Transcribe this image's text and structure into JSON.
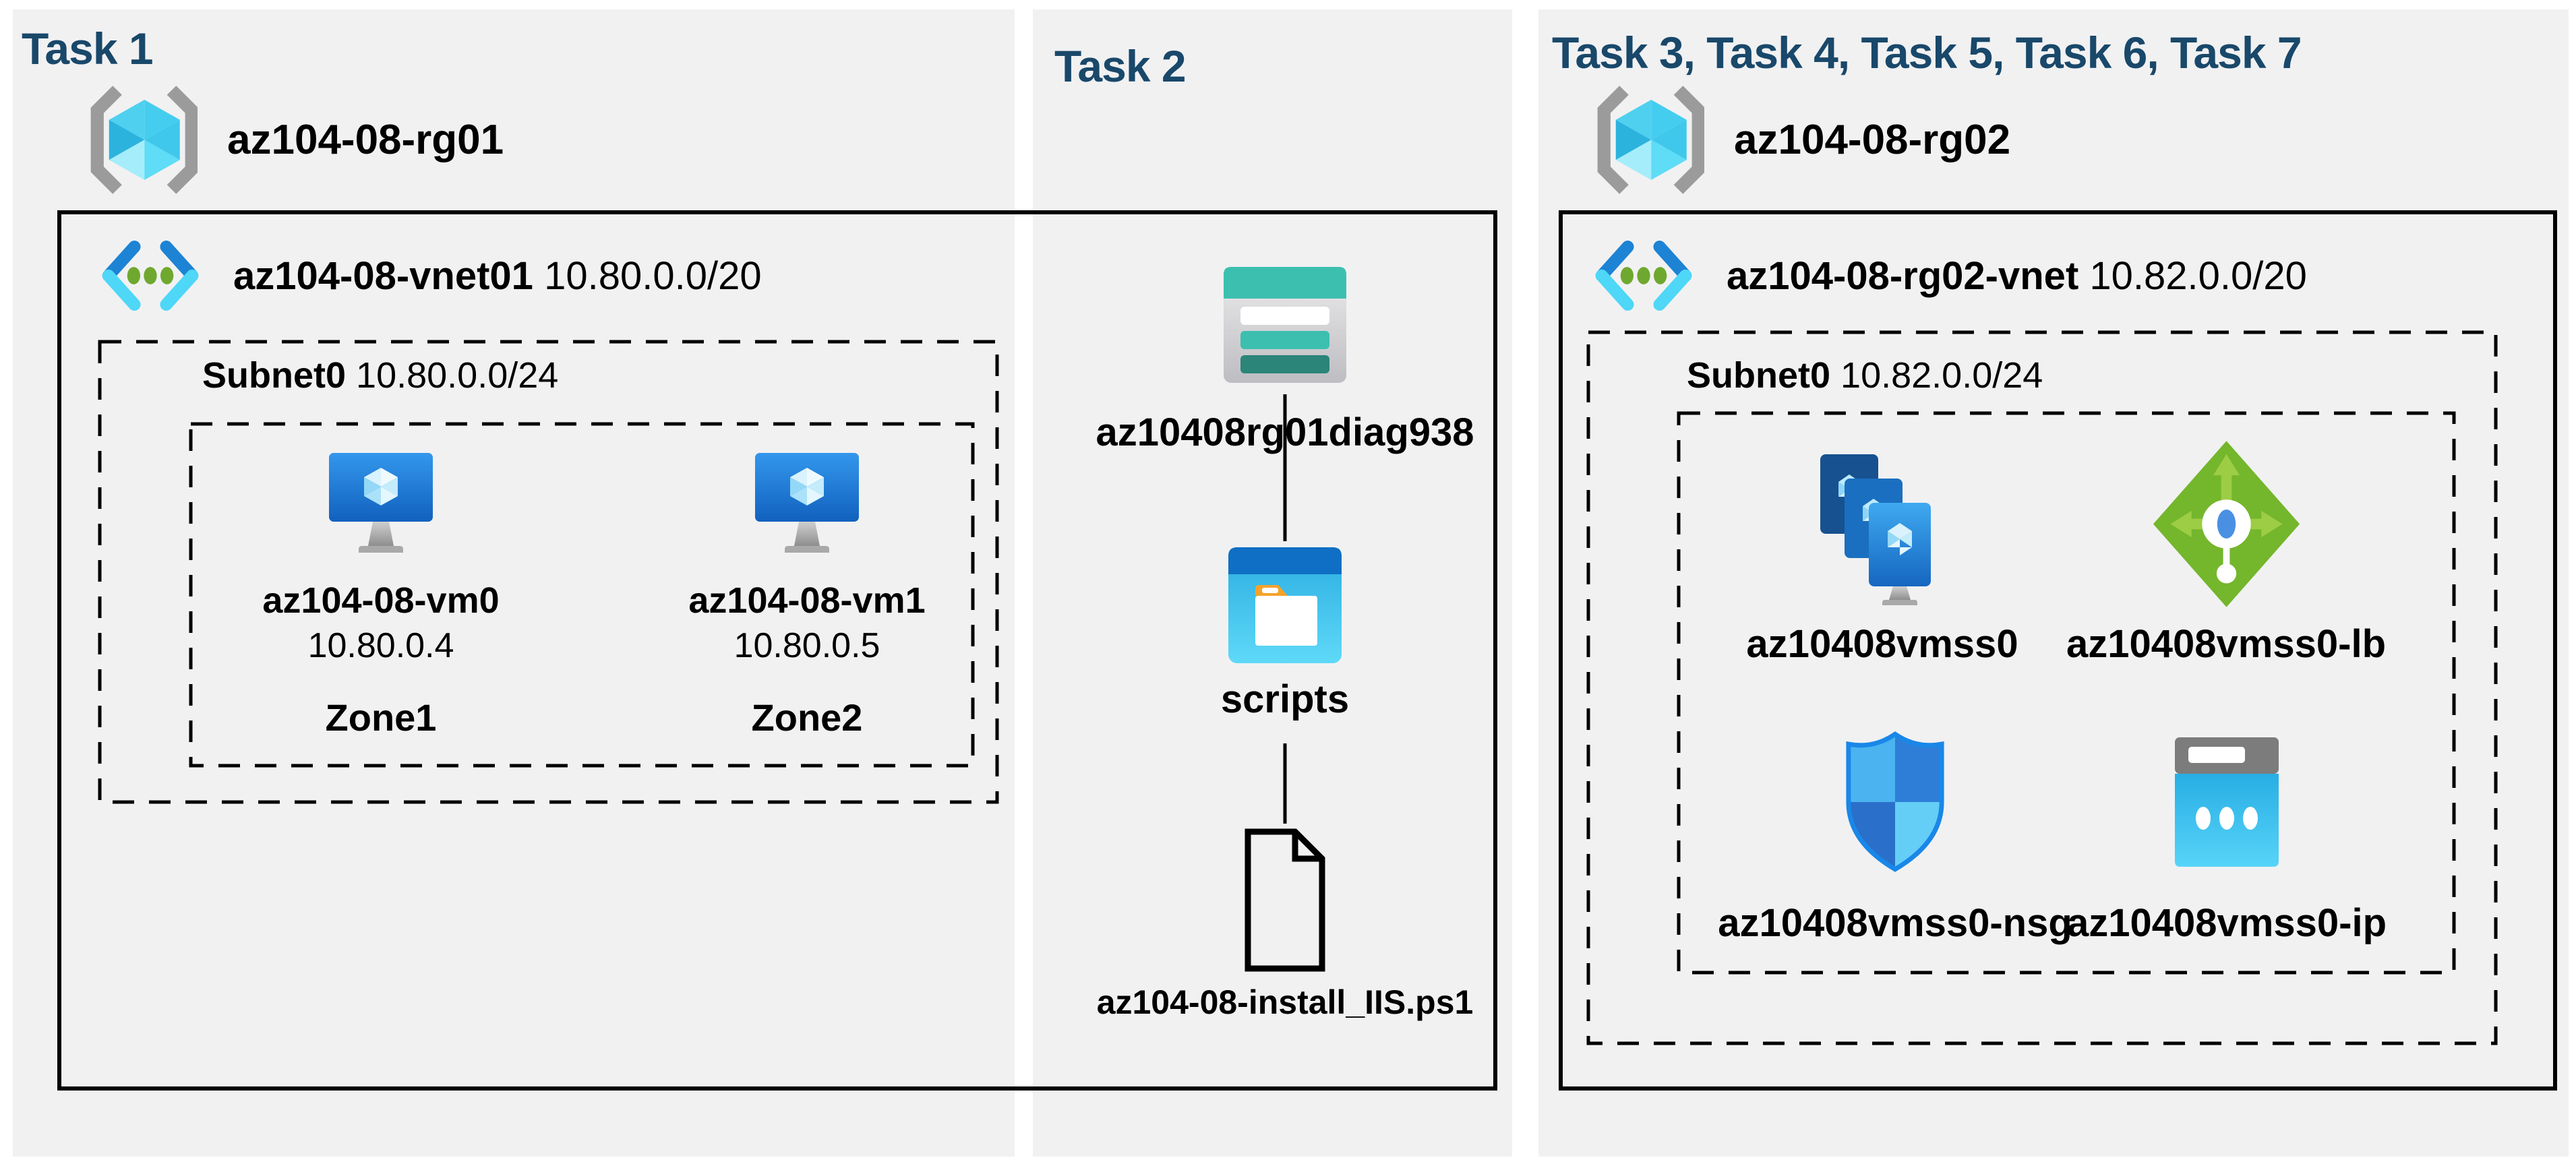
{
  "colors": {
    "title_blue": "#19486A",
    "panel_bg": "#F1F1F2",
    "border_black": "#000000",
    "azure_cyan": "#45CDEF",
    "azure_blue": "#1D83D4",
    "vm_blue_top": "#3397EC",
    "vm_blue_bottom": "#1161BE",
    "storage_teal": "#3DBFB0",
    "storage_teal_dark": "#2B8578",
    "folder_orange": "#F5A32A",
    "lb_green": "#74B62C",
    "nsg_blue": "#2E7ED8",
    "ip_cyan": "#29AEE3",
    "bracket_gray": "#9B9B9B"
  },
  "panels": {
    "task1": {
      "title": "Task 1",
      "resource_group": {
        "name": "az104-08-rg01"
      },
      "vnet": {
        "name": "az104-08-vnet01",
        "cidr": "10.80.0.0/20"
      },
      "subnet": {
        "name": "Subnet0",
        "cidr": "10.80.0.0/24"
      },
      "vms": [
        {
          "name": "az104-08-vm0",
          "ip": "10.80.0.4",
          "zone": "Zone1"
        },
        {
          "name": "az104-08-vm1",
          "ip": "10.80.0.5",
          "zone": "Zone2"
        }
      ]
    },
    "task2": {
      "title": "Task 2",
      "storage_account": {
        "name": "az10408rg01diag938"
      },
      "folder": {
        "name": "scripts"
      },
      "script_file": {
        "name": "az104-08-install_IIS.ps1"
      }
    },
    "task3": {
      "title": "Task 3, Task 4, Task 5, Task 6, Task 7",
      "resource_group": {
        "name": "az104-08-rg02"
      },
      "vnet": {
        "name": "az104-08-rg02-vnet",
        "cidr": "10.82.0.0/20"
      },
      "subnet": {
        "name": "Subnet0",
        "cidr": "10.82.0.0/24"
      },
      "resources": [
        {
          "name": "az10408vmss0",
          "type": "vm-scale-set"
        },
        {
          "name": "az10408vmss0-lb",
          "type": "load-balancer"
        },
        {
          "name": "az10408vmss0-nsg",
          "type": "network-security-group"
        },
        {
          "name": "az10408vmss0-ip",
          "type": "public-ip"
        }
      ]
    }
  }
}
